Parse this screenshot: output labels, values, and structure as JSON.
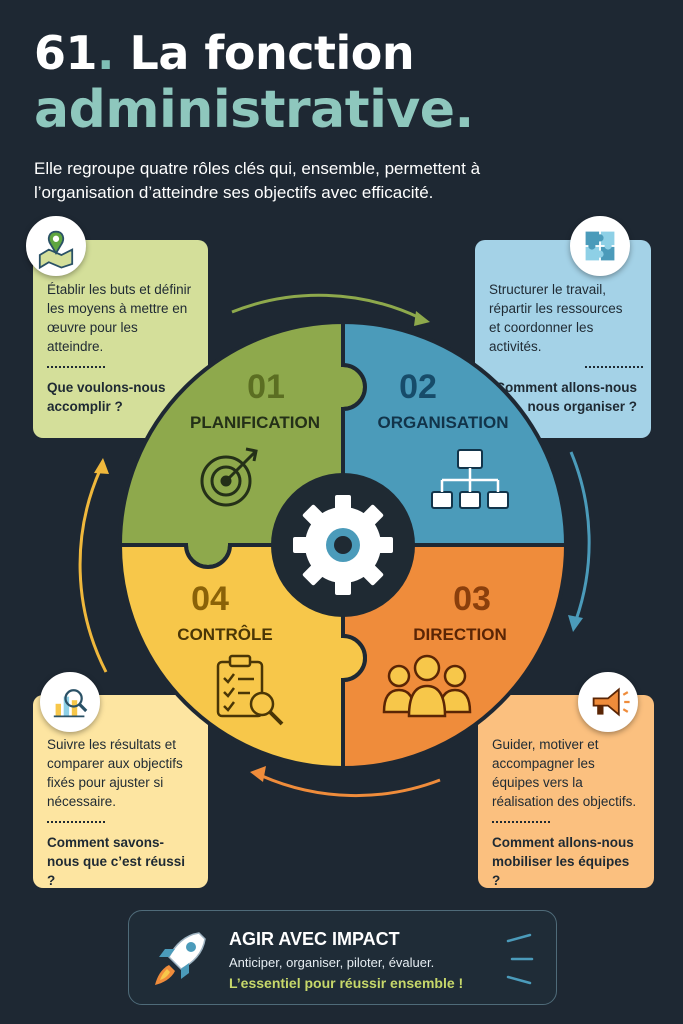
{
  "header": {
    "title_number": "61",
    "title_dot": ".",
    "title_line1_rest": " La fonction",
    "title_line2": "administrative."
  },
  "subtitle": "Elle regroupe quatre rôles clés qui, ensemble, permettent à l’organisation d’atteindre ses objectifs avec efficacité.",
  "colors": {
    "background": "#1e2833",
    "planification": "#8ea94c",
    "organisation": "#4b9bba",
    "direction": "#ef8c3b",
    "controle": "#f7c74a",
    "title_accent": "#8ec7bd",
    "center": "#1f2a33"
  },
  "roles": [
    {
      "number": "01",
      "name": "PLANIFICATION",
      "icon": "target-icon",
      "card_icon": "map-pin-icon",
      "description": "Établir les buts et définir les moyens à mettre en œuvre pour les atteindre.",
      "question": "Que voulons-nous accomplir ?"
    },
    {
      "number": "02",
      "name": "ORGANISATION",
      "icon": "org-chart-icon",
      "card_icon": "puzzle-icon",
      "description": "Structurer le travail, répartir les ressources et coordonner les activités.",
      "question": "Comment allons-nous nous organiser ?"
    },
    {
      "number": "03",
      "name": "DIRECTION",
      "icon": "team-icon",
      "card_icon": "megaphone-icon",
      "description": "Guider, motiver et accompagner les équipes vers la réalisation des objectifs.",
      "question": "Comment allons-nous mobiliser les équipes ?"
    },
    {
      "number": "04",
      "name": "CONTRÔLE",
      "icon": "checklist-magnifier-icon",
      "card_icon": "chart-magnifier-icon",
      "description": "Suivre les résultats et comparer aux objectifs fixés pour ajuster si nécessaire.",
      "question": "Comment savons-nous que c’est réussi ?"
    }
  ],
  "banner": {
    "title": "AGIR AVEC IMPACT",
    "subtitle": "Anticiper, organiser, piloter, évaluer.",
    "tagline": "L’essentiel pour réussir ensemble !",
    "icon": "rocket-icon"
  }
}
